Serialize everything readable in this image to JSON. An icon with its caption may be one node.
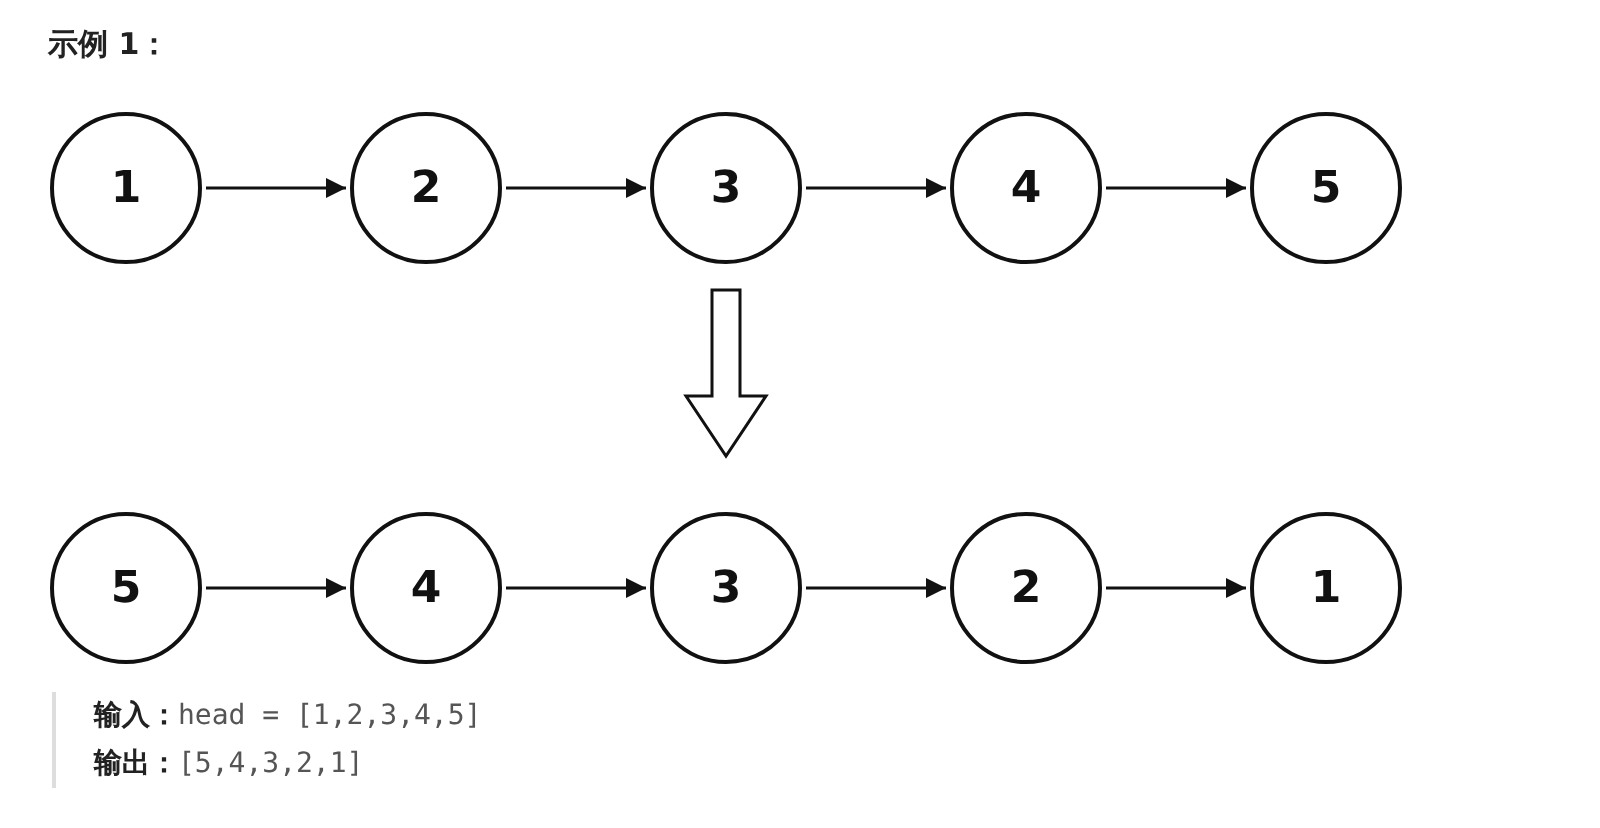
{
  "diagram": {
    "title": "示例 1：",
    "nodes": [
      {
        "text": [
          "1"
        ]
      },
      {
        "text": [
          "2"
        ]
      },
      {
        "text": [
          "3"
        ]
      },
      {
        "text": [
          "4"
        ]
      },
      {
        "text": [
          "5"
        ]
      },
      {
        "text": [
          "5"
        ]
      },
      {
        "text": [
          "4"
        ]
      },
      {
        "text": [
          "3"
        ]
      },
      {
        "text": [
          "2"
        ]
      },
      {
        "text": [
          "1"
        ]
      }
    ],
    "edges": [
      {
        "from": 0,
        "to": 1,
        "arrow": "to"
      },
      {
        "from": 1,
        "to": 2,
        "arrow": "to"
      },
      {
        "from": 2,
        "to": 3,
        "arrow": "to"
      },
      {
        "from": 3,
        "to": 4,
        "arrow": "to"
      },
      {
        "from": 2,
        "to": 7,
        "arrow": "to",
        "style": "thick"
      },
      {
        "from": 5,
        "to": 6,
        "arrow": "to"
      },
      {
        "from": 6,
        "to": 7,
        "arrow": "to"
      },
      {
        "from": 7,
        "to": 8,
        "arrow": "to"
      },
      {
        "from": 8,
        "to": 9,
        "arrow": "to"
      }
    ],
    "labels": [
      "**输入：**head = [1,2,3,4,5]",
      "**输出：**[5,4,3,2,1]"
    ]
  }
}
